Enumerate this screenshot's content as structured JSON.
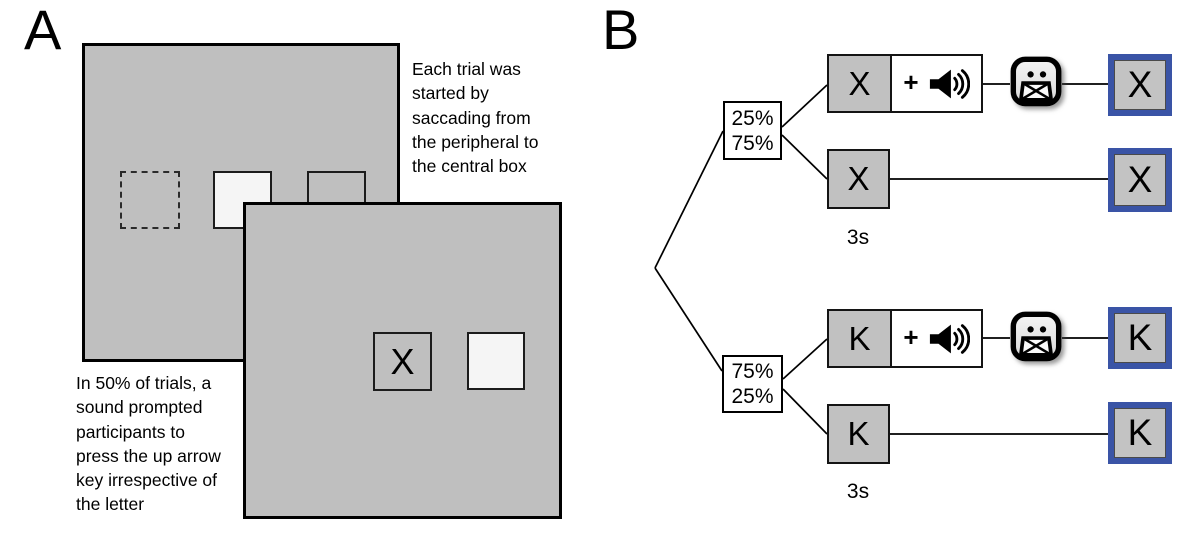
{
  "figure": {
    "panel_a_label": "A",
    "panel_b_label": "B"
  },
  "panel_a": {
    "note_right": {
      "lines": [
        "Each trial was",
        "started by",
        "saccading from",
        "the peripheral to",
        "the central box"
      ]
    },
    "note_bottom": {
      "lines": [
        "In 50% of trials, a",
        "sound prompted",
        "participants to",
        "press the up arrow",
        "key irrespective of",
        "the letter"
      ]
    },
    "screen2_letter": "X"
  },
  "panel_b": {
    "branch_x": {
      "prob_line1": "25%",
      "prob_line2": "75%",
      "letter": "X",
      "plus_sign": "+",
      "duration_label": "3s"
    },
    "branch_k": {
      "prob_line1": "75%",
      "prob_line2": "25%",
      "letter": "K",
      "plus_sign": "+",
      "duration_label": "3s"
    },
    "icons": {
      "sound": "speaker-icon",
      "response": "response-key-icon"
    }
  },
  "colors": {
    "screen_gray": "#bfbfbf",
    "box_gray": "#c1c1c1",
    "white_box": "#f5f5f5",
    "highlight_blue": "#3a54a6",
    "line_black": "#000000",
    "key_fill": "#ededed"
  }
}
